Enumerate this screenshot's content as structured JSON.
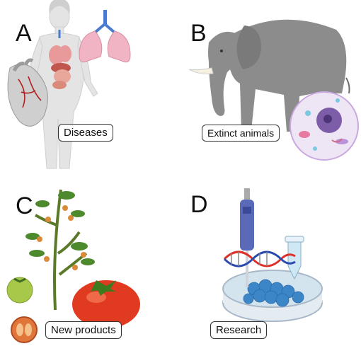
{
  "panels": [
    {
      "letter": "A",
      "label": "Diseases",
      "icon": "human-anatomy-icon"
    },
    {
      "letter": "B",
      "label": "Extinct animals",
      "icon": "elephant-icon"
    },
    {
      "letter": "C",
      "label": "New products",
      "icon": "tomato-plant-icon"
    },
    {
      "letter": "D",
      "label": "Research",
      "icon": "pipette-petri-dish-icon"
    }
  ]
}
